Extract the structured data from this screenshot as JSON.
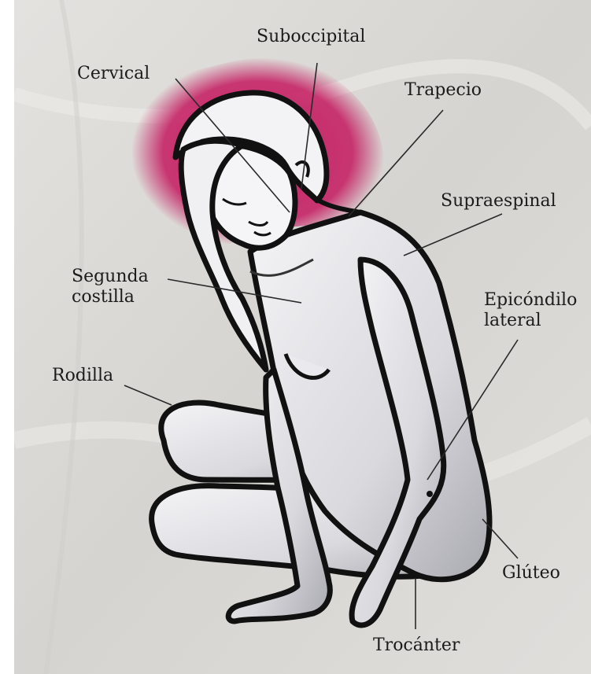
{
  "labels": {
    "suboccipital": "Suboccipital",
    "cervical": "Cervical",
    "trapecio": "Trapecio",
    "supraespinal": "Supraespinal",
    "segunda_1": "Segunda",
    "segunda_2": "costilla",
    "epicondilo_1": "Epicóndilo",
    "epicondilo_2": "lateral",
    "rodilla": "Rodilla",
    "gluteo": "Glúteo",
    "trocanter": "Trocánter"
  },
  "colors": {
    "background": "#dcdad6",
    "highlight": "#c4195f",
    "outline": "#111111",
    "skin": "#f2f2f4"
  },
  "icons": {
    "figure": "seated-woman-illustration"
  }
}
